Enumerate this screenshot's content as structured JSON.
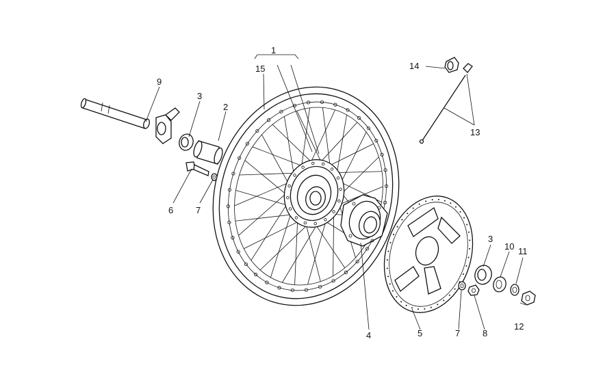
{
  "callouts": [
    {
      "id": "c1",
      "text": "1"
    },
    {
      "id": "c15",
      "text": "15"
    },
    {
      "id": "c9",
      "text": "9"
    },
    {
      "id": "c3a",
      "text": "3"
    },
    {
      "id": "c2",
      "text": "2"
    },
    {
      "id": "c6",
      "text": "6"
    },
    {
      "id": "c7a",
      "text": "7"
    },
    {
      "id": "c14",
      "text": "14"
    },
    {
      "id": "c13",
      "text": "13"
    },
    {
      "id": "c3b",
      "text": "3"
    },
    {
      "id": "c10",
      "text": "10"
    },
    {
      "id": "c11",
      "text": "11"
    },
    {
      "id": "c4",
      "text": "4"
    },
    {
      "id": "c5",
      "text": "5"
    },
    {
      "id": "c7b",
      "text": "7"
    },
    {
      "id": "c8",
      "text": "8"
    },
    {
      "id": "c12",
      "text": "12"
    }
  ],
  "parts": [
    {
      "name": "wheel-rim-with-spokes"
    },
    {
      "name": "axle-shaft"
    },
    {
      "name": "speedometer-drive"
    },
    {
      "name": "bearing"
    },
    {
      "name": "spacer"
    },
    {
      "name": "bolt"
    },
    {
      "name": "washer"
    },
    {
      "name": "spoke"
    },
    {
      "name": "spoke-nipple"
    },
    {
      "name": "brake-disc-flange"
    },
    {
      "name": "brake-disc"
    },
    {
      "name": "nut"
    },
    {
      "name": "spacer-ring"
    },
    {
      "name": "oil-seal"
    },
    {
      "name": "axle-nut"
    }
  ]
}
